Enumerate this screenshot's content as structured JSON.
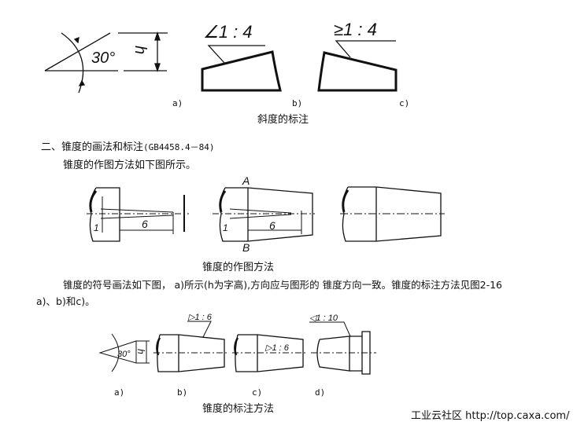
{
  "slope_figure": {
    "angle_label": "30°",
    "height_label": "h",
    "ratio_b": "∠1 : 4",
    "ratio_c": "≥1 : 4",
    "sub_labels": [
      "a)",
      "b)",
      "c)"
    ],
    "caption": "斜度的标注"
  },
  "section": {
    "heading": "二、锥度的画法和标注",
    "heading_code": "(GB4458.4－84)",
    "intro": "锥度的作图方法如下图所示。"
  },
  "construction_figure": {
    "dim_six": "6",
    "dim_one": "1",
    "point_a": "A",
    "point_b": "B",
    "caption": "锥度的作图方法"
  },
  "paragraph": {
    "line1": "锥度的符号画法如下图， a)所示(h为字高),方向应与图形的 锥度方向一致。锥度的标注方法见图2-16",
    "line2": "a)、b)和c)。"
  },
  "taper_figure": {
    "angle_label": "30°",
    "height_label": "h",
    "ratio_b": "▷1 : 6",
    "ratio_c": "▷1 : 6",
    "ratio_d": "◁1 : 10",
    "sub_labels": [
      "a)",
      "b)",
      "c)",
      "d)"
    ],
    "caption": "锥度的标注方法"
  },
  "watermark": "工业云社区 http://top.caxa.com/"
}
